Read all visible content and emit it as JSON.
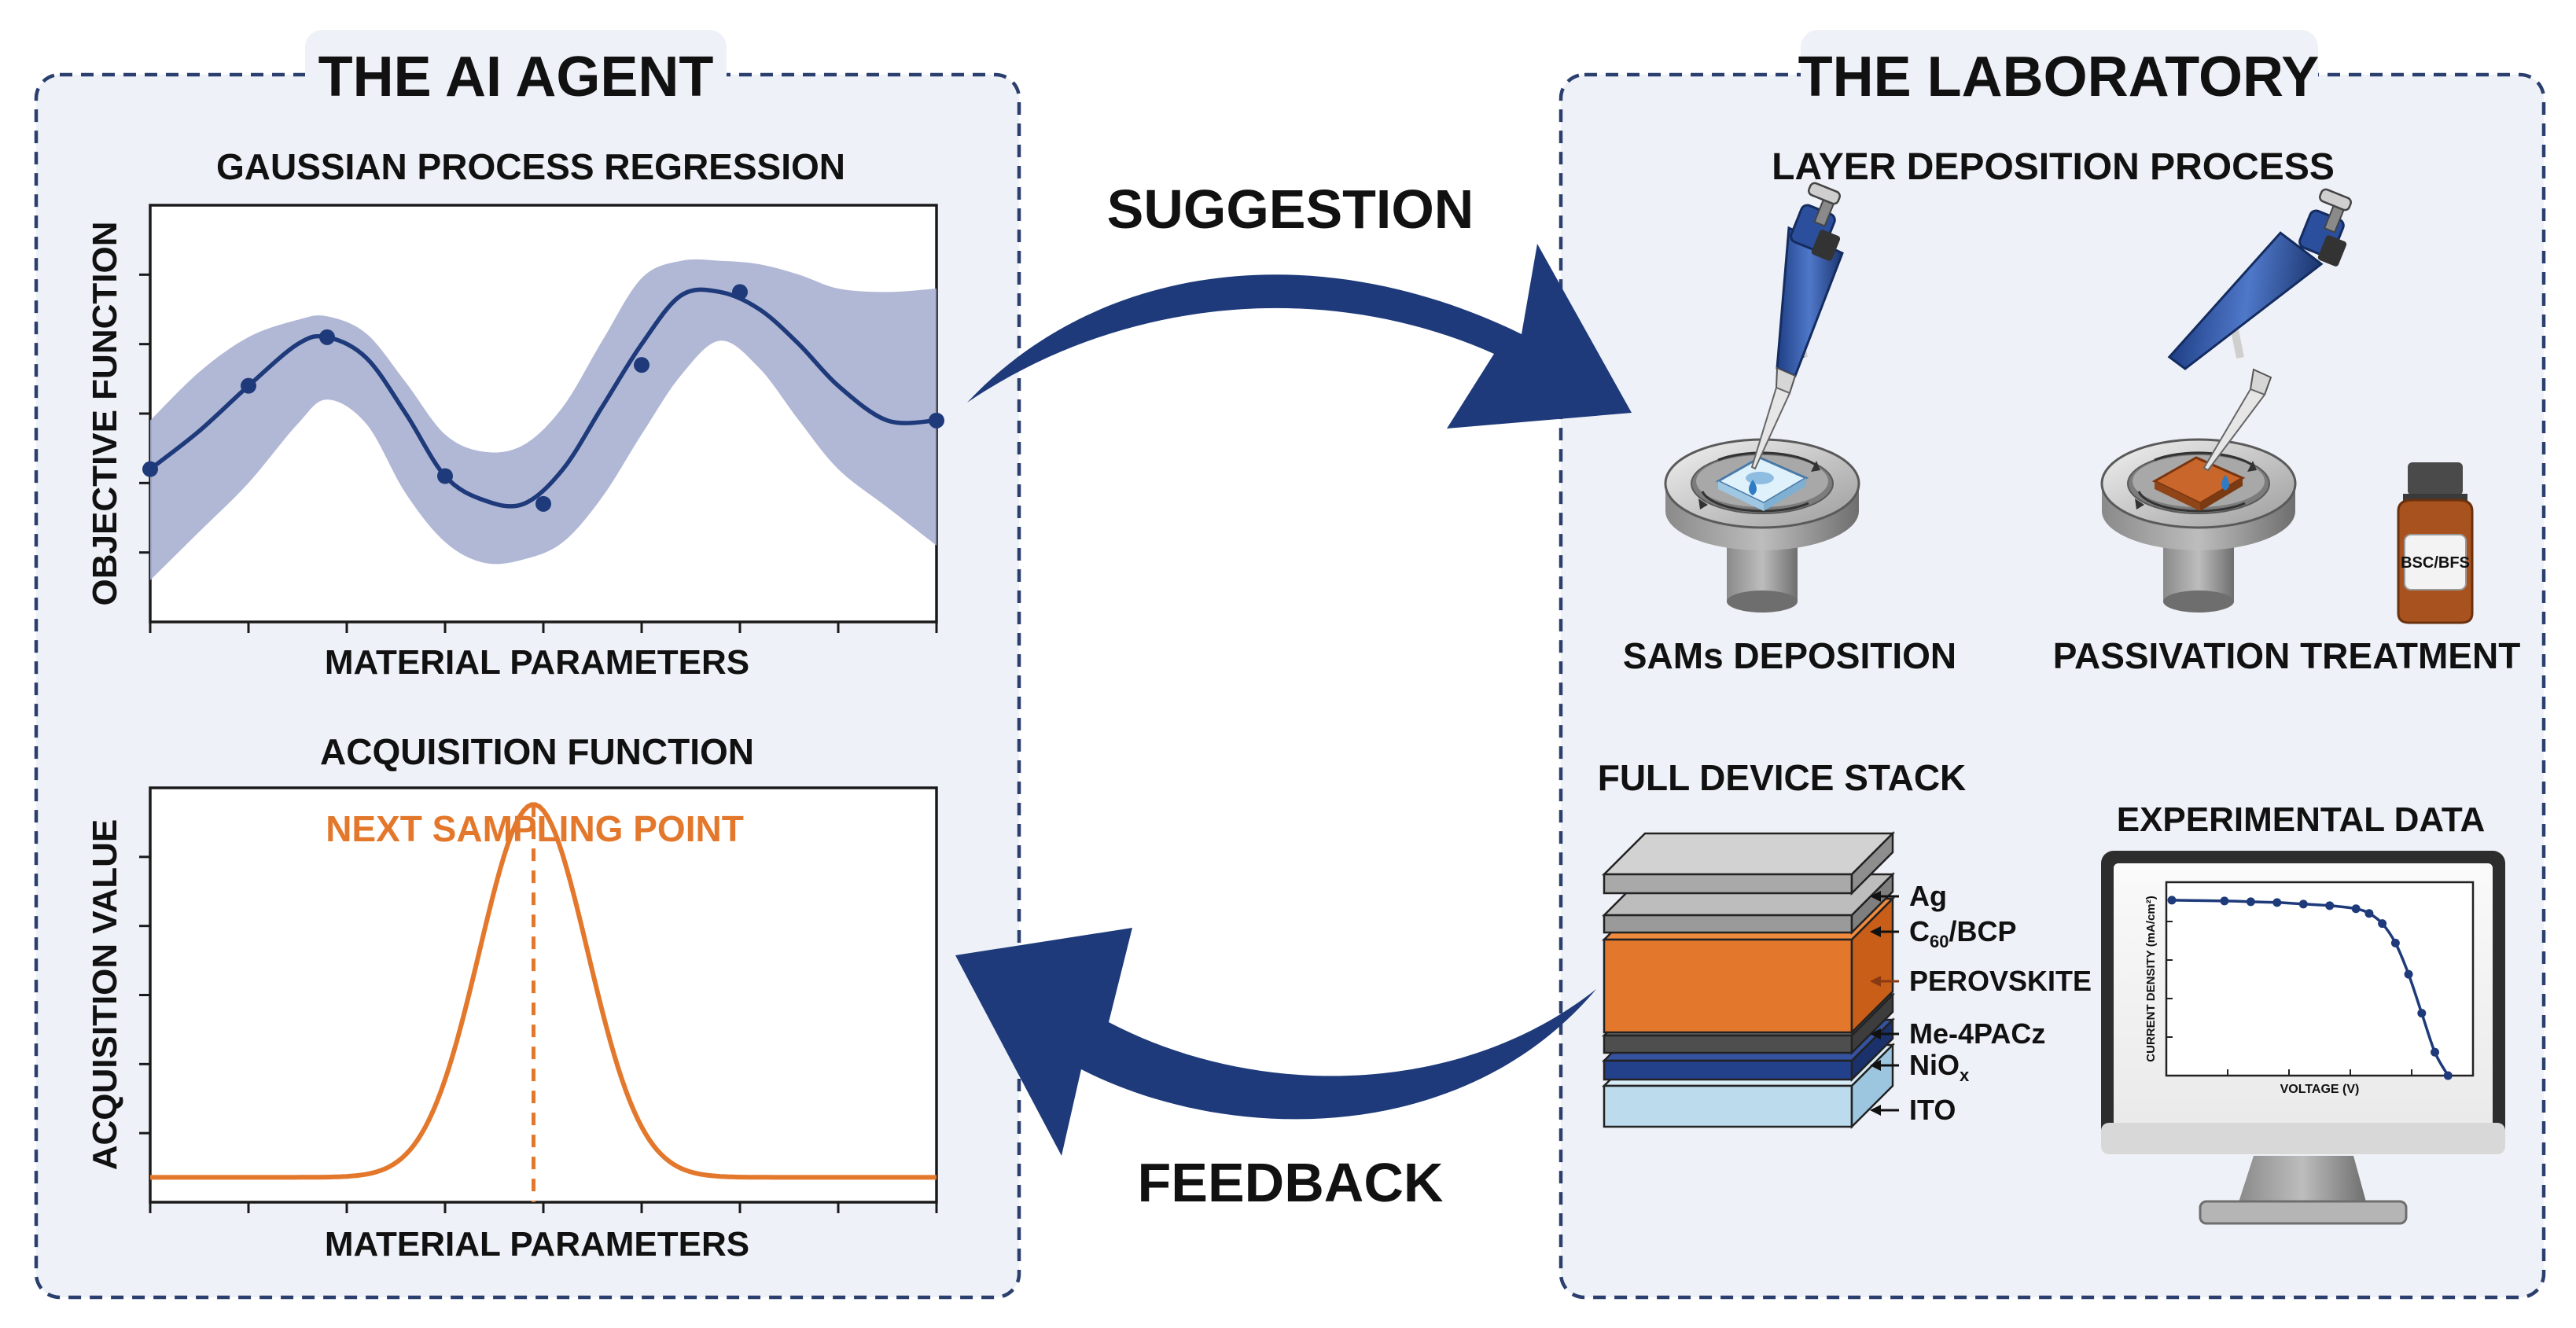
{
  "colors": {
    "navy": "#1e3a7a",
    "navy_dark": "#19305f",
    "orange": "#e3782c",
    "band": "#a8b0d2",
    "panel_bg": "#eef1f7",
    "panel_border": "#2b3f6e",
    "text": "#111111"
  },
  "panels": {
    "left": {
      "title": "THE AI AGENT"
    },
    "right": {
      "title": "THE LABORATORY"
    }
  },
  "arrows": {
    "suggestion": "SUGGESTION",
    "feedback": "FEEDBACK"
  },
  "gpr_chart": {
    "title": "GAUSSIAN PROCESS REGRESSION",
    "xlabel": "MATERIAL PARAMETERS",
    "ylabel": "OBJECTIVE FUNCTION"
  },
  "acq_chart": {
    "title": "ACQUISITION FUNCTION",
    "xlabel": "MATERIAL PARAMETERS",
    "ylabel": "ACQUISITION VALUE",
    "annotation": "NEXT SAMPLING POINT"
  },
  "lab": {
    "process_title": "LAYER DEPOSITION PROCESS",
    "sams_label": "SAMs DEPOSITION",
    "passivation_label": "PASSIVATION TREATMENT",
    "vial_label": "BSC/BFS",
    "stack_title": "FULL DEVICE STACK",
    "layers": [
      {
        "name": "Ag",
        "base": "Ag",
        "sub": "",
        "after": ""
      },
      {
        "name": "C60/BCP",
        "base": "C",
        "sub": "60",
        "after": "/BCP"
      },
      {
        "name": "PEROVSKITE",
        "base": "PEROVSKITE",
        "sub": "",
        "after": ""
      },
      {
        "name": "Me-4PACz",
        "base": "Me-4PACz",
        "sub": "",
        "after": ""
      },
      {
        "name": "NiOx",
        "base": "NiO",
        "sub": "x",
        "after": ""
      },
      {
        "name": "ITO",
        "base": "ITO",
        "sub": "",
        "after": ""
      }
    ],
    "data_title": "EXPERIMENTAL DATA",
    "jv_xlabel": "VOLTAGE (V)",
    "jv_ylabel": "CURRENT DENSITY (mA/cm²)"
  },
  "chart_data": [
    {
      "type": "line",
      "title": "GAUSSIAN PROCESS REGRESSION",
      "xlabel": "MATERIAL PARAMETERS",
      "ylabel": "OBJECTIVE FUNCTION",
      "xlim": [
        0,
        8
      ],
      "ylim": [
        0,
        6
      ],
      "grid": false,
      "series": [
        {
          "role": "mean",
          "x": [
            0,
            0.5,
            1,
            1.5,
            1.8,
            2.2,
            2.6,
            3,
            3.4,
            3.8,
            4.2,
            4.6,
            5,
            5.4,
            5.8,
            6.2,
            6.6,
            7,
            7.5,
            8
          ],
          "y": [
            2.2,
            2.75,
            3.4,
            4.0,
            4.1,
            3.8,
            3.0,
            2.1,
            1.75,
            1.7,
            2.2,
            3.1,
            4.0,
            4.7,
            4.75,
            4.5,
            4.0,
            3.4,
            2.9,
            2.9
          ]
        },
        {
          "role": "confidence-band",
          "x": [
            0,
            0.5,
            1,
            1.5,
            1.8,
            2.2,
            2.6,
            3,
            3.4,
            3.8,
            4.2,
            4.6,
            5,
            5.4,
            5.8,
            6.2,
            6.6,
            7,
            7.5,
            8
          ],
          "upper": [
            2.9,
            3.6,
            4.1,
            4.35,
            4.4,
            4.15,
            3.45,
            2.7,
            2.45,
            2.55,
            3.1,
            4.05,
            4.95,
            5.2,
            5.2,
            5.15,
            5.0,
            4.8,
            4.75,
            4.8
          ],
          "lower": [
            0.6,
            1.3,
            2.0,
            2.85,
            3.2,
            2.85,
            1.85,
            1.15,
            0.85,
            0.9,
            1.15,
            1.8,
            2.7,
            3.55,
            4.05,
            3.65,
            2.9,
            2.2,
            1.65,
            1.1
          ]
        },
        {
          "role": "observations",
          "x": [
            0,
            1,
            1.8,
            3,
            4,
            5,
            6,
            8
          ],
          "y": [
            2.2,
            3.4,
            4.1,
            2.1,
            1.7,
            3.7,
            4.75,
            2.9
          ]
        }
      ]
    },
    {
      "type": "line",
      "title": "ACQUISITION FUNCTION",
      "xlabel": "MATERIAL PARAMETERS",
      "ylabel": "ACQUISITION VALUE",
      "xlim": [
        0,
        8
      ],
      "ylim": [
        0,
        5
      ],
      "grid": false,
      "peak_x": 3.9,
      "series": [
        {
          "role": "acquisition",
          "baseline": 0.3,
          "peak": 4.8,
          "width": 0.55,
          "annotation": "NEXT SAMPLING POINT"
        }
      ]
    },
    {
      "type": "line",
      "title": "EXPERIMENTAL DATA",
      "xlabel": "VOLTAGE (V)",
      "ylabel": "CURRENT DENSITY (mA/cm²)",
      "series": [
        {
          "role": "jv-curve",
          "x": [
            0,
            0.2,
            0.3,
            0.4,
            0.5,
            0.6,
            0.7,
            0.75,
            0.8,
            0.85,
            0.9,
            0.95,
            1.0,
            1.05
          ],
          "y": [
            22.5,
            22.4,
            22.3,
            22.2,
            22.0,
            21.8,
            21.4,
            20.8,
            19.5,
            17.0,
            13.0,
            8.0,
            3.0,
            0
          ]
        }
      ]
    }
  ]
}
